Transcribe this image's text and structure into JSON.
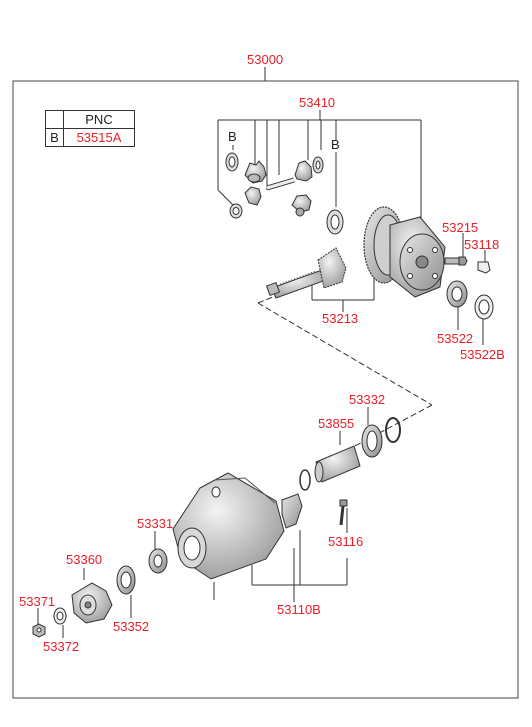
{
  "assembly_number": "53000",
  "legend": {
    "header_key": "",
    "header_label": "PNC",
    "row_key": "B",
    "row_value": "53515A"
  },
  "callout_b_upper": "B",
  "callout_b_lower": "B",
  "parts": {
    "p53410": "53410",
    "p53215": "53215",
    "p53118": "53118",
    "p53213": "53213",
    "p53522": "53522",
    "p53522b": "53522B",
    "p53332": "53332",
    "p53855": "53855",
    "p53331": "53331",
    "p53116": "53116",
    "p53360": "53360",
    "p53371": "53371",
    "p53372": "53372",
    "p53352": "53352",
    "p53110b": "53110B"
  },
  "colors": {
    "label_red": "#e8202a",
    "line": "#333333",
    "frame": "#444444"
  }
}
